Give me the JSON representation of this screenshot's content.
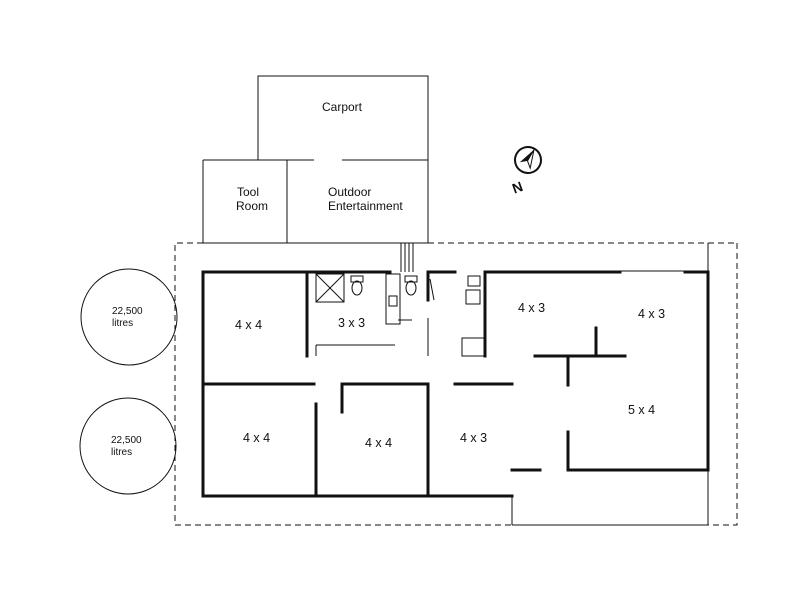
{
  "structures": {
    "carport": "Carport",
    "tool_room_line1": "Tool",
    "tool_room_line2": "Room",
    "outdoor_line1": "Outdoor",
    "outdoor_line2": "Entertainment"
  },
  "tanks": [
    {
      "capacity": "22,500",
      "unit": "litres"
    },
    {
      "capacity": "22,500",
      "unit": "litres"
    }
  ],
  "rooms": {
    "bed_top_left": "4 x 4",
    "bathroom": "3 x 3",
    "room_top_middle": "4 x 3",
    "room_top_right": "4 x 3",
    "living": "5 x 4",
    "bed_bottom_left": "4 x 4",
    "bed_bottom_middle": "4 x 4",
    "room_bottom_right": "4 x 3"
  },
  "compass": {
    "letter": "N",
    "icon": "north-arrow-icon"
  }
}
